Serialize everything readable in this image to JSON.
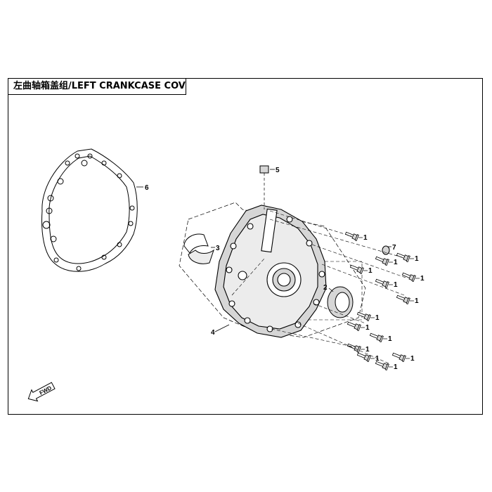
{
  "title": "左曲轴箱盖组/LEFT CRANKCASE COVER ASSY",
  "fwd_label": "FWD",
  "callouts": {
    "c1": "1",
    "c2": "2",
    "c3": "3",
    "c4": "4",
    "c5": "5",
    "c6": "6",
    "c7": "7"
  },
  "colors": {
    "line": "#000000",
    "background": "#ffffff",
    "shade": "#d6d6d6"
  }
}
